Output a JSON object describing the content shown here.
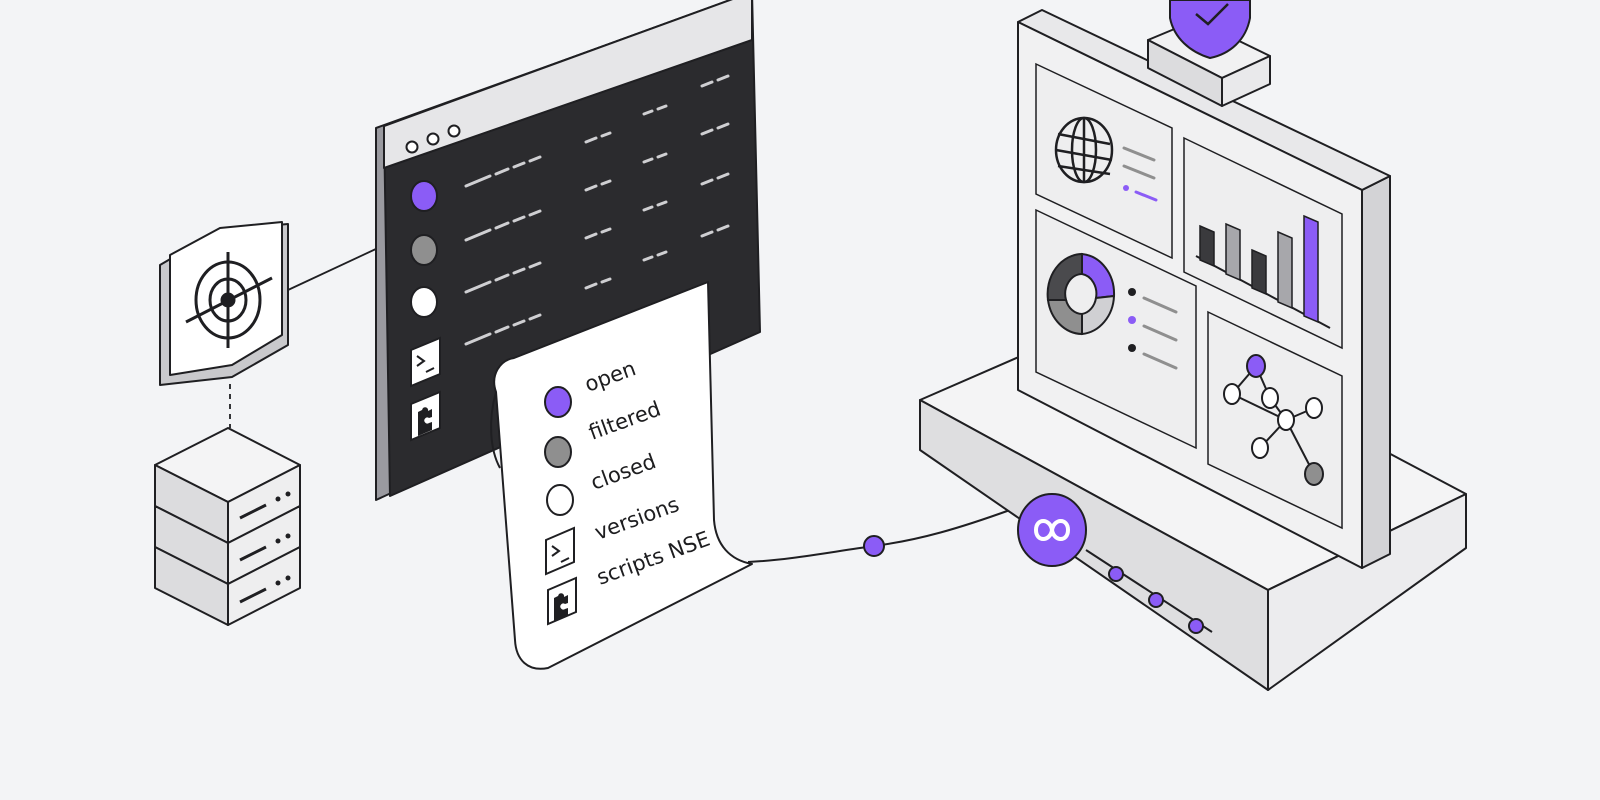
{
  "colors": {
    "background": "#f3f4f6",
    "accent": "#8b5cf6",
    "terminal": "#2b2b2e",
    "outline": "#1f1f22",
    "panel": "#efefef",
    "gray_status": "#8f8f8f"
  },
  "legend": {
    "items": [
      {
        "icon": "purple-circle",
        "label": "open"
      },
      {
        "icon": "gray-circle",
        "label": "filtered"
      },
      {
        "icon": "white-circle",
        "label": "closed"
      },
      {
        "icon": "terminal-prompt-icon",
        "label": "versions"
      },
      {
        "icon": "puzzle-icon",
        "label": "scripts NSE"
      }
    ]
  },
  "icons": {
    "target": "crosshair-target-icon",
    "servers": "server-stack-icon",
    "globe": "globe-icon",
    "shield": "shield-check-icon",
    "hub": "infinity-icon",
    "donut": "donut-chart",
    "bars": "bar-chart",
    "graph": "network-graph-icon"
  }
}
